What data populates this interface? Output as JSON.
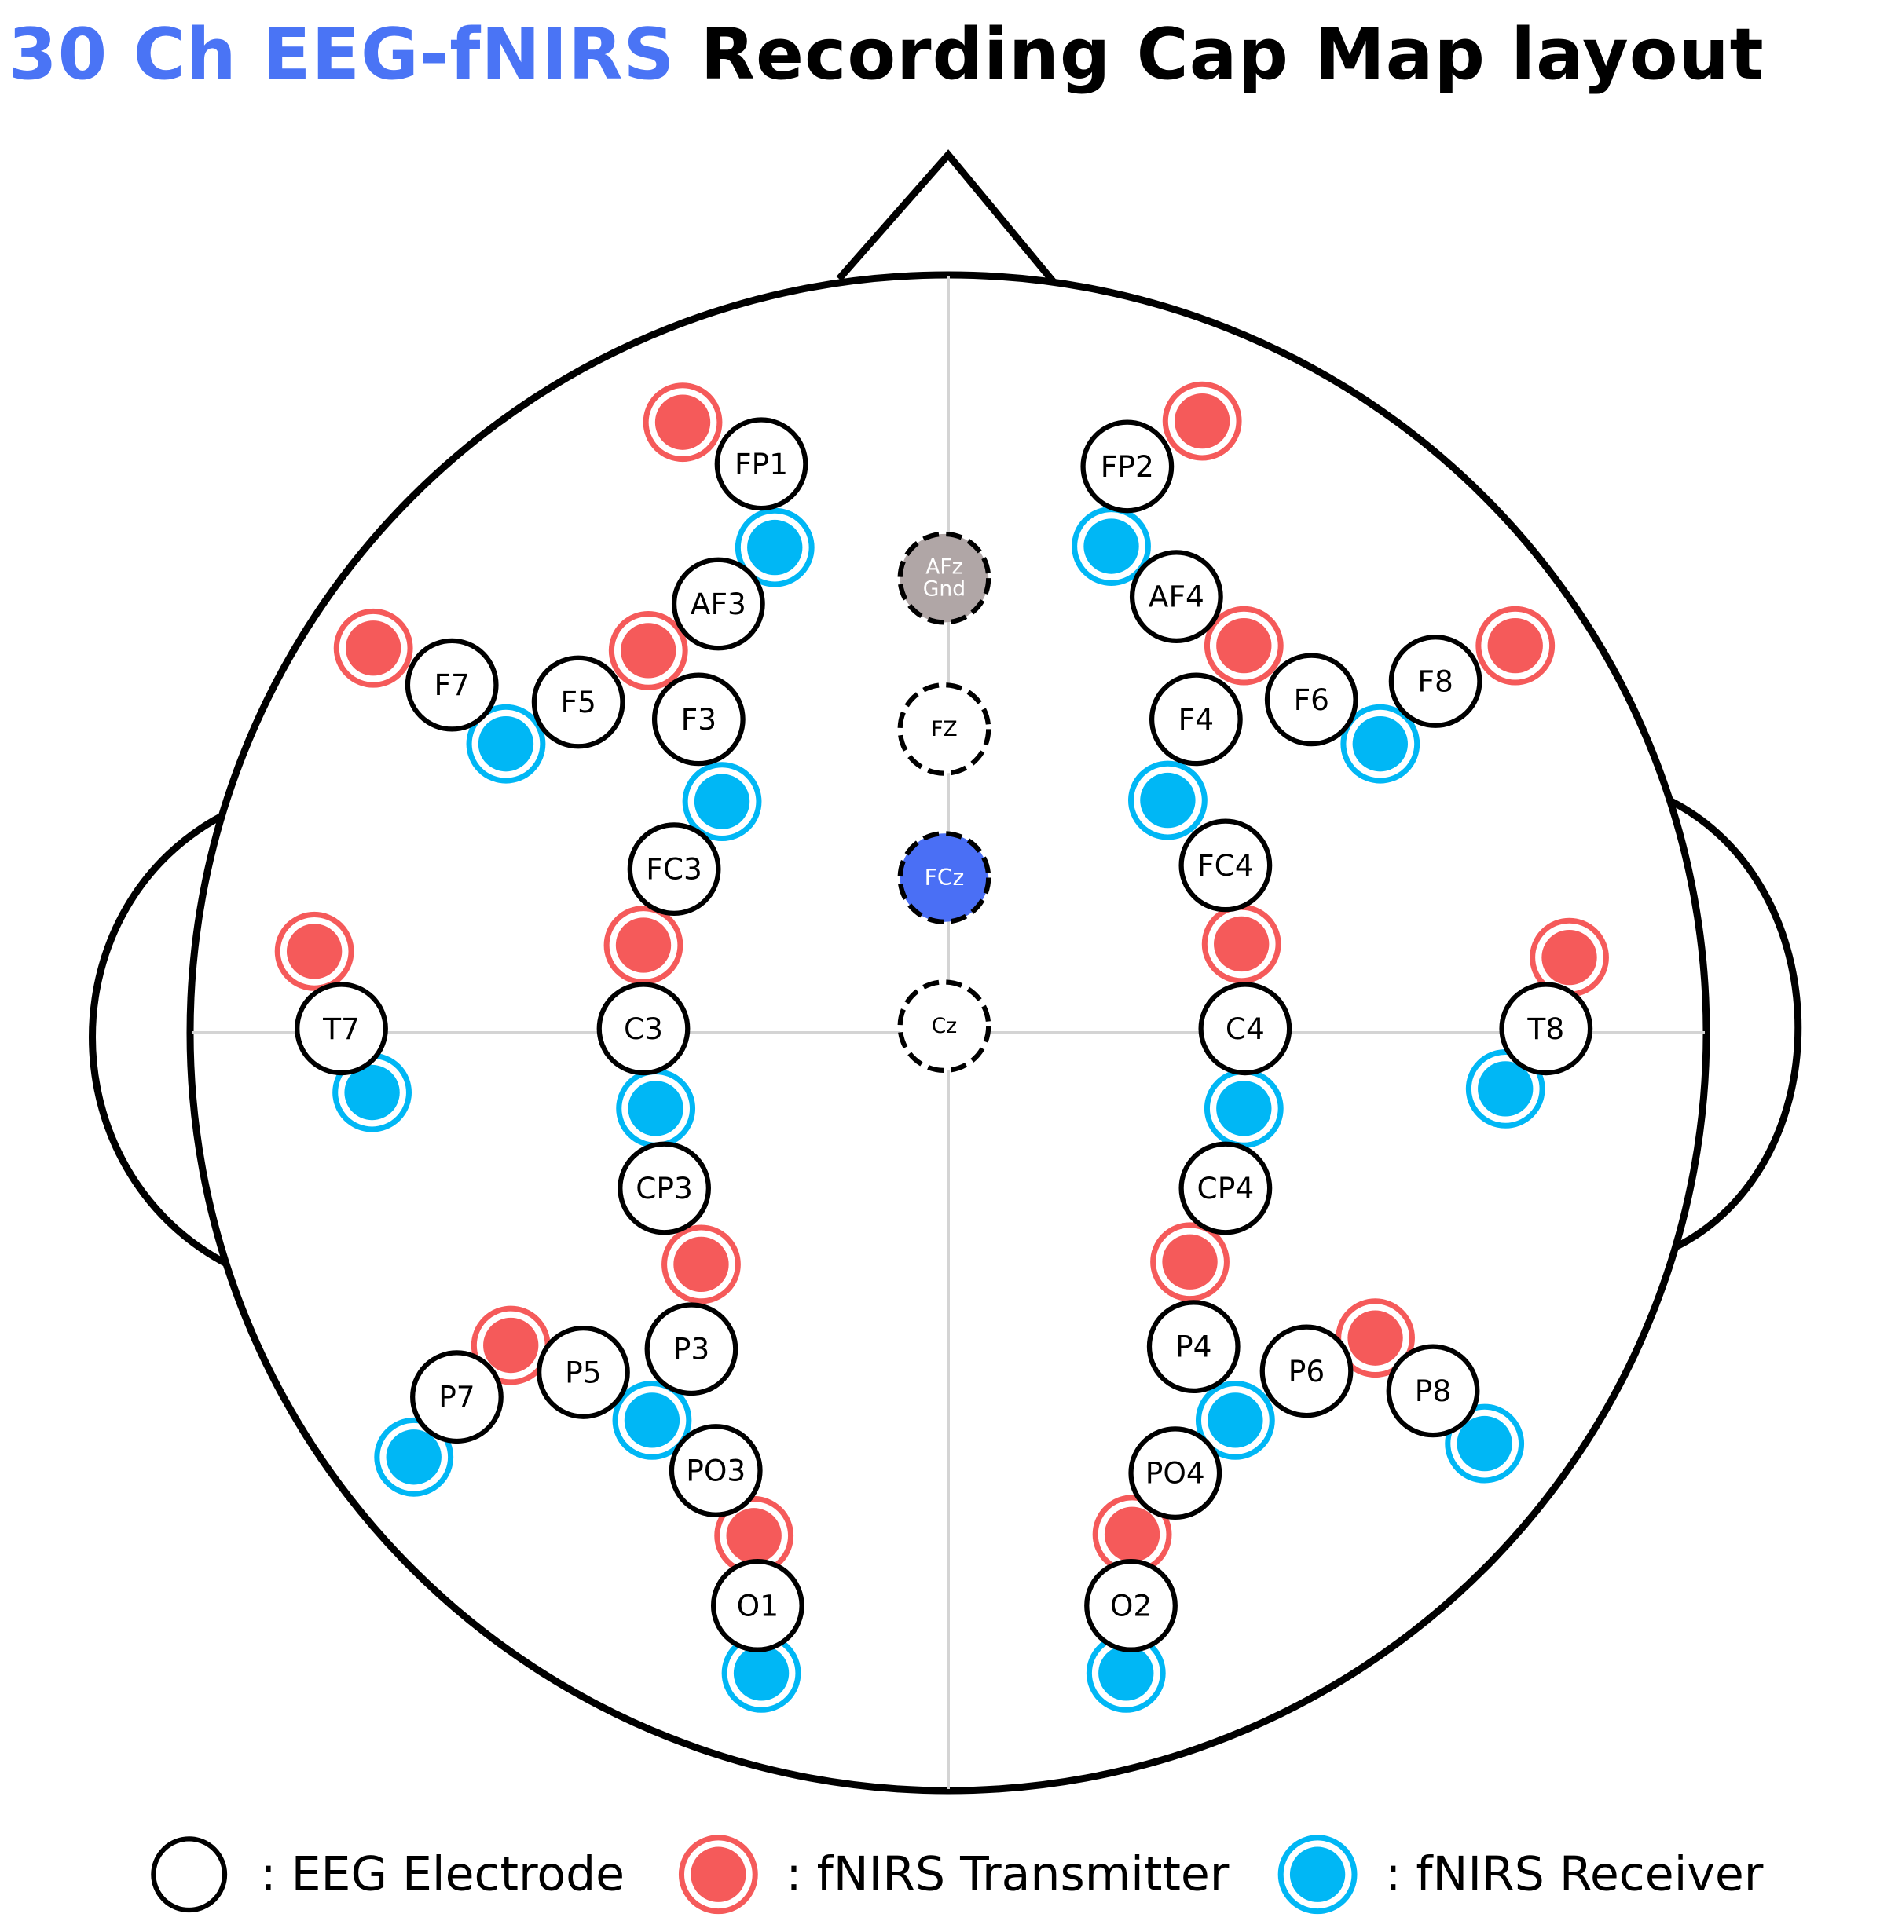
{
  "title": {
    "part1": "30 Ch EEG-fNIRS",
    "part2": "Recording Cap Map layout"
  },
  "colors": {
    "title_accent": "#4a74f5",
    "transmitter": "#f55a5a",
    "receiver": "#00b7f5",
    "ground": "#b0a6a6",
    "reference": "#4a6ff5"
  },
  "center_electrodes": [
    {
      "name": "AFz",
      "label": [
        "AFz",
        "Gnd"
      ],
      "role": "ground"
    },
    {
      "name": "FZ",
      "label": [
        "FZ"
      ],
      "role": "dashed"
    },
    {
      "name": "FCz",
      "label": [
        "FCz"
      ],
      "role": "reference"
    },
    {
      "name": "Cz",
      "label": [
        "Cz"
      ],
      "role": "dashed"
    }
  ],
  "electrodes": [
    "FP1",
    "FP2",
    "AF3",
    "AF4",
    "F7",
    "F5",
    "F3",
    "F4",
    "F6",
    "F8",
    "FC3",
    "FC4",
    "T7",
    "C3",
    "C4",
    "T8",
    "CP3",
    "CP4",
    "P7",
    "P5",
    "P3",
    "P4",
    "P6",
    "P8",
    "PO3",
    "PO4",
    "O1",
    "O2"
  ],
  "legend": [
    {
      "kind": "eeg",
      "text": ": EEG Electrode"
    },
    {
      "kind": "transmitter",
      "text": ": fNIRS Transmitter"
    },
    {
      "kind": "receiver",
      "text": ": fNIRS Receiver"
    }
  ]
}
